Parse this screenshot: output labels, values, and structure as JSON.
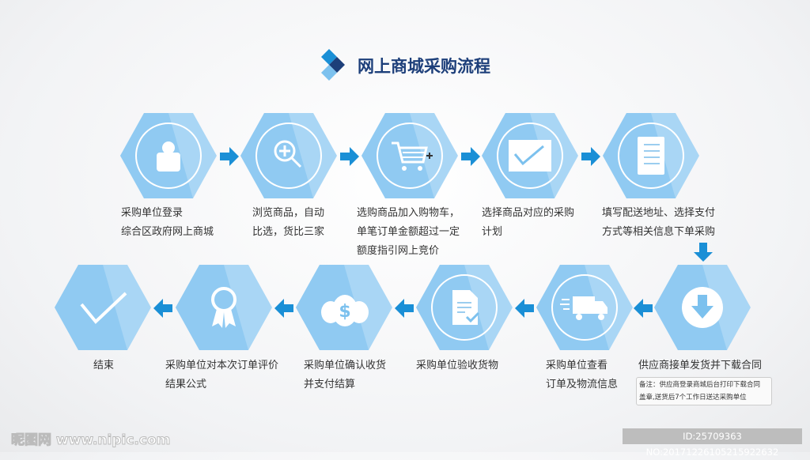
{
  "title": "网上商城采购流程",
  "colors": {
    "hex_light": "#a9d6f5",
    "hex_dark": "#7cc1ee",
    "arrow": "#1a8fd6",
    "title": "#1d3f7a"
  },
  "steps": [
    {
      "icon": "user-icon",
      "lines": [
        "采购单位登录",
        "综合区政府网上商城"
      ]
    },
    {
      "icon": "zoom-in-icon",
      "lines": [
        "浏览商品，自动",
        "比选，货比三家"
      ]
    },
    {
      "icon": "cart-icon",
      "lines": [
        "选购商品加入购物车，",
        "单笔订单金额超过一定",
        "额度指引网上竞价"
      ]
    },
    {
      "icon": "check-screen-icon",
      "lines": [
        "选择商品对应的采购",
        "计划"
      ]
    },
    {
      "icon": "list-icon",
      "lines": [
        "填写配送地址、选择支付",
        "方式等相关信息下单采购"
      ]
    },
    {
      "icon": "download-icon",
      "lines": [
        "供应商接单发货并下载合同"
      ]
    },
    {
      "icon": "truck-icon",
      "lines": [
        "采购单位查看",
        "订单及物流信息"
      ]
    },
    {
      "icon": "document-check-icon",
      "lines": [
        "采购单位验收货物"
      ]
    },
    {
      "icon": "money-bags-icon",
      "lines": [
        "采购单位确认收货",
        "并支付结算"
      ]
    },
    {
      "icon": "award-icon",
      "lines": [
        "采购单位对本次订单评价",
        "结果公式"
      ]
    },
    {
      "icon": "check-icon",
      "lines": [
        "结束"
      ]
    }
  ],
  "note": [
    "备注：供应商登录商城后台打印下载合同",
    "盖章,送货后7个工作日送达采购单位"
  ],
  "watermark": {
    "site": "昵图网 www.nipic.com",
    "id": "ID:25709363 NO:20171226105215922632"
  }
}
